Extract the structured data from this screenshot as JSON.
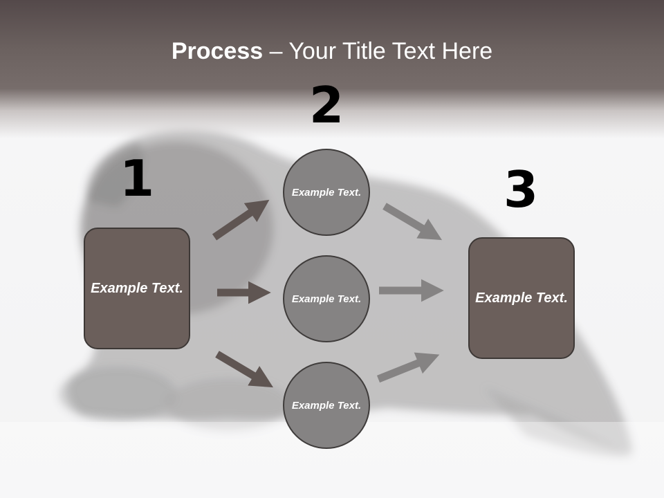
{
  "title": {
    "bold": "Process",
    "rest": " – Your Title Text Here"
  },
  "steps": {
    "one": "1",
    "two": "2",
    "three": "3"
  },
  "left_box": {
    "text": "Example Text."
  },
  "right_box": {
    "text": "Example Text."
  },
  "circles": [
    {
      "text": "Example Text."
    },
    {
      "text": "Example Text."
    },
    {
      "text": "Example Text."
    }
  ],
  "colors": {
    "header": "#6b615f",
    "box_fill": "#6b5f5b",
    "circle_fill": "#858383",
    "arrow_left": "#5f5552",
    "arrow_right": "#858383"
  },
  "background_image": "black-kitten-photo"
}
